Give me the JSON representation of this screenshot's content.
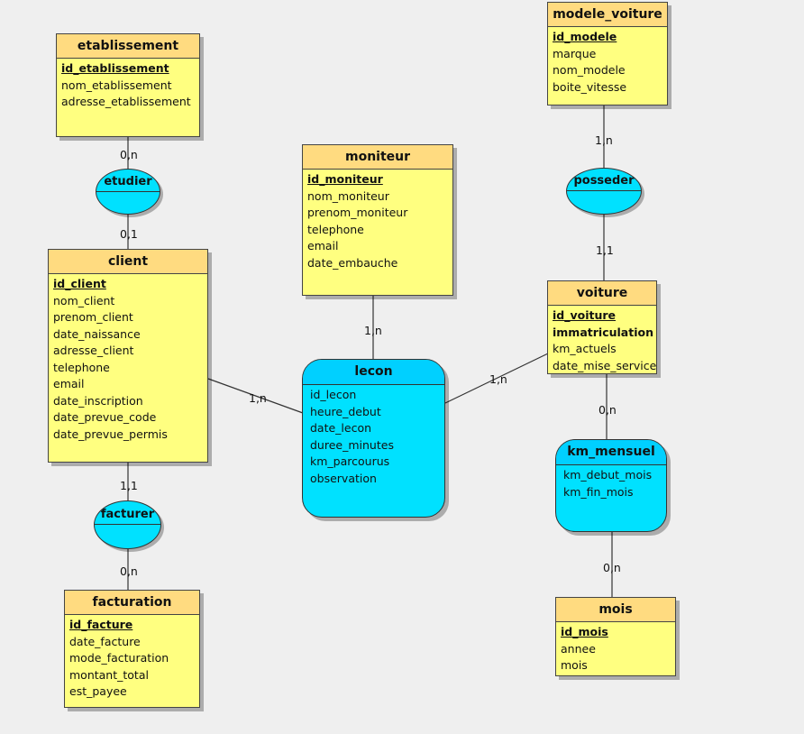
{
  "entities": {
    "etablissement": {
      "title": "etablissement",
      "fields": [
        "id_etablissement",
        "nom_etablissement",
        "adresse_etablissement"
      ]
    },
    "modele_voiture": {
      "title": "modele_voiture",
      "fields": [
        "id_modele",
        "marque",
        "nom_modele",
        "boite_vitesse"
      ]
    },
    "moniteur": {
      "title": "moniteur",
      "fields": [
        "id_moniteur",
        "nom_moniteur",
        "prenom_moniteur",
        "telephone",
        "email",
        "date_embauche"
      ]
    },
    "client": {
      "title": "client",
      "fields": [
        "id_client",
        "nom_client",
        "prenom_client",
        "date_naissance",
        "adresse_client",
        "telephone",
        "email",
        "date_inscription",
        "date_prevue_code",
        "date_prevue_permis"
      ]
    },
    "voiture": {
      "title": "voiture",
      "fields": [
        "id_voiture",
        "immatriculation",
        "km_actuels",
        "date_mise_service"
      ]
    },
    "facturation": {
      "title": "facturation",
      "fields": [
        "id_facture",
        "date_facture",
        "mode_facturation",
        "montant_total",
        "est_payee"
      ]
    },
    "mois": {
      "title": "mois",
      "fields": [
        "id_mois",
        "annee",
        "mois"
      ]
    }
  },
  "associations": {
    "etudier": {
      "title": "etudier"
    },
    "posseder": {
      "title": "posseder"
    },
    "facturer": {
      "title": "facturer"
    },
    "lecon": {
      "title": "lecon",
      "fields": [
        "id_lecon",
        "heure_debut",
        "date_lecon",
        "duree_minutes",
        "km_parcourus",
        "observation"
      ]
    },
    "km_mensuel": {
      "title": "km_mensuel",
      "fields": [
        "km_debut_mois",
        "km_fin_mois"
      ]
    }
  },
  "cardinalities": {
    "etab_etudier": "0,n",
    "etudier_client": "0,1",
    "modele_posseder": "1,n",
    "posseder_voiture": "1,1",
    "moniteur_lecon": "1,n",
    "client_lecon": "1,n",
    "voiture_lecon": "1,n",
    "voiture_km": "0,n",
    "client_facturer": "1,1",
    "facturer_facturation": "0,n",
    "km_mois": "0,n"
  },
  "colors": {
    "entity_body": "#ffff80",
    "entity_header": "#ffdb80",
    "association_body": "#00e1ff",
    "association_header": "#00d0ff",
    "background": "#efefef"
  }
}
